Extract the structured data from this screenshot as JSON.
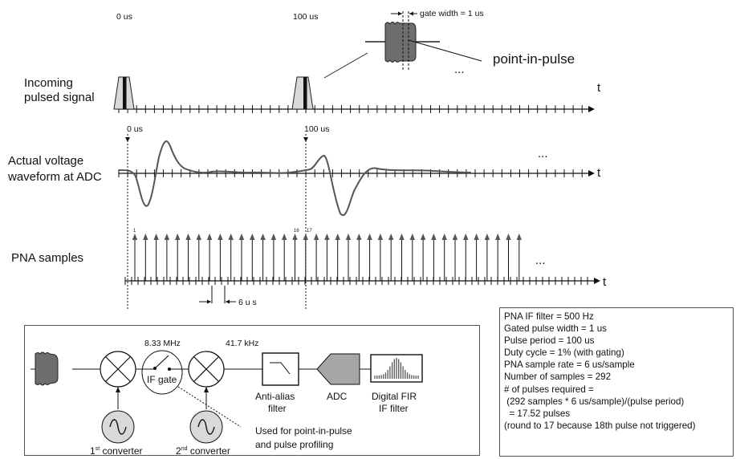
{
  "timeline": {
    "row1_label": [
      "Incoming",
      "pulsed signal"
    ],
    "row2_label": [
      "Actual voltage",
      "waveform at ADC"
    ],
    "row3_label": "PNA samples",
    "axis_label": "t",
    "time_zero": "0 us",
    "time_100": "100 us",
    "ellipsis": "...",
    "gate_width_label": "gate width = 1 us",
    "point_in_pulse_label": "point-in-pulse",
    "sample_numbers": [
      "1",
      "16",
      "17"
    ],
    "sample_spacing_label": "6 u s"
  },
  "block_diagram": {
    "freq1": "8.33 MHz",
    "freq2": "41.7 kHz",
    "if_gate": "IF gate",
    "anti_alias": [
      "Anti-alias",
      "filter"
    ],
    "adc": "ADC",
    "fir": [
      "Digital FIR",
      "IF filter"
    ],
    "converter1": {
      "num": "1",
      "sup": "st",
      "rest": " converter"
    },
    "converter2": {
      "num": "2",
      "sup": "nd",
      "rest": " converter"
    },
    "note": [
      "Used for point-in-pulse",
      "and pulse profiling"
    ]
  },
  "info_lines": [
    "PNA IF filter = 500 Hz",
    "Gated pulse width = 1 us",
    "Pulse period = 100 us",
    "Duty cycle = 1% (with gating)",
    "PNA sample rate = 6 us/sample",
    "Number of samples = 292",
    "# of pulses required  =",
    " (292 samples * 6 us/sample)/(pulse period)",
    "  = 17.52 pulses",
    "(round to 17 because 18th pulse not triggered)"
  ],
  "colors": {
    "pulse_fill": "#d9d9d9",
    "pulse_zoom_fill": "#6e6e6e",
    "line": "#222222",
    "wave": "#555555"
  }
}
